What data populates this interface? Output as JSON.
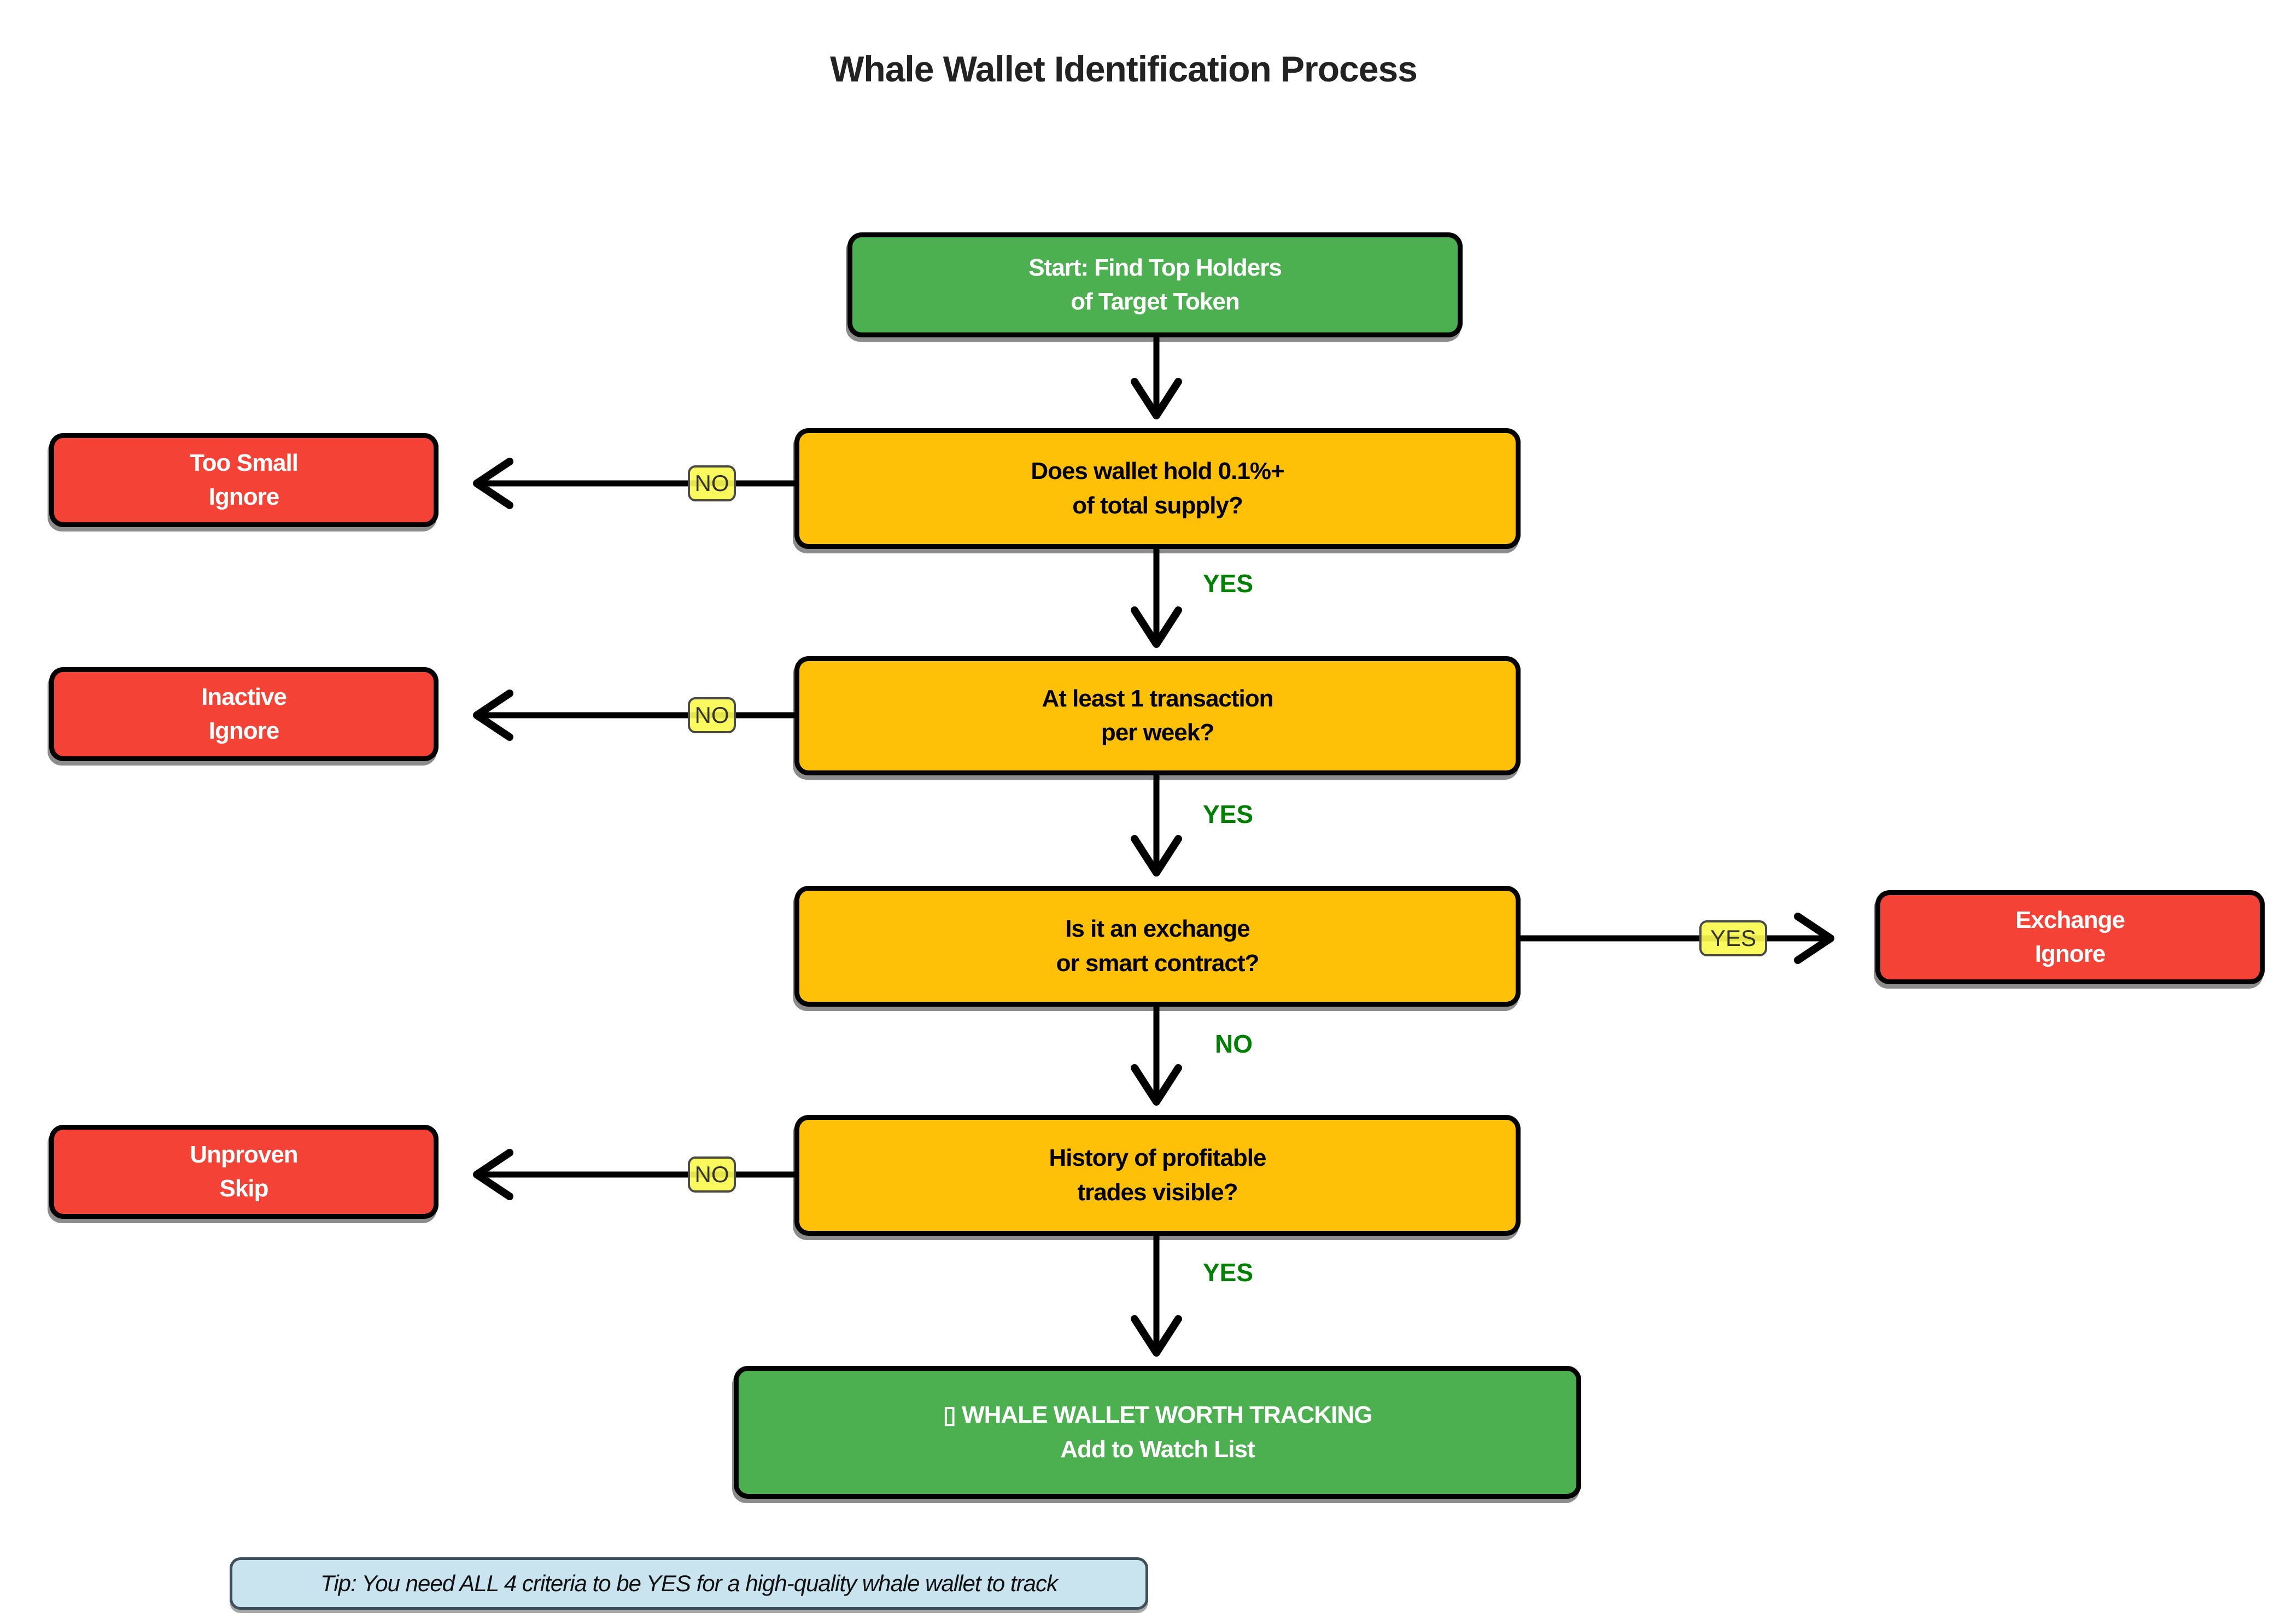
{
  "title": "Whale Wallet Identification Process",
  "colors": {
    "start_green": "#4caf50",
    "decision_orange": "#ffc107",
    "reject_red": "#f44336",
    "label_pill_yellow": "#fafa50",
    "edge_text_green": "#008000",
    "tip_blue": "#c9e4ef",
    "border_black": "#000000"
  },
  "nodes": {
    "start": {
      "line1": "Start: Find Top Holders",
      "line2": "of Target Token"
    },
    "q_supply": {
      "line1": "Does wallet hold 0.1%+",
      "line2": "of total supply?"
    },
    "q_activity": {
      "line1": "At least 1 transaction",
      "line2": "per week?"
    },
    "q_exchange": {
      "line1": "Is it an exchange",
      "line2": "or smart contract?"
    },
    "q_profit": {
      "line1": "History of profitable",
      "line2": "trades visible?"
    },
    "final": {
      "line1": "▯ WHALE WALLET WORTH TRACKING",
      "line2": "Add to Watch List"
    },
    "too_small": {
      "line1": "Too Small",
      "line2": "Ignore"
    },
    "inactive": {
      "line1": "Inactive",
      "line2": "Ignore"
    },
    "unproven": {
      "line1": "Unproven",
      "line2": "Skip"
    },
    "exchange": {
      "line1": "Exchange",
      "line2": "Ignore"
    }
  },
  "edge_labels": {
    "no_pill_1": "NO",
    "no_pill_2": "NO",
    "no_pill_4": "NO",
    "yes_pill_3": "YES",
    "yes_1": "YES",
    "yes_2": "YES",
    "no_3": "NO",
    "yes_4": "YES"
  },
  "tip": "Tip: You need ALL 4 criteria to be YES for a high-quality whale wallet to track"
}
